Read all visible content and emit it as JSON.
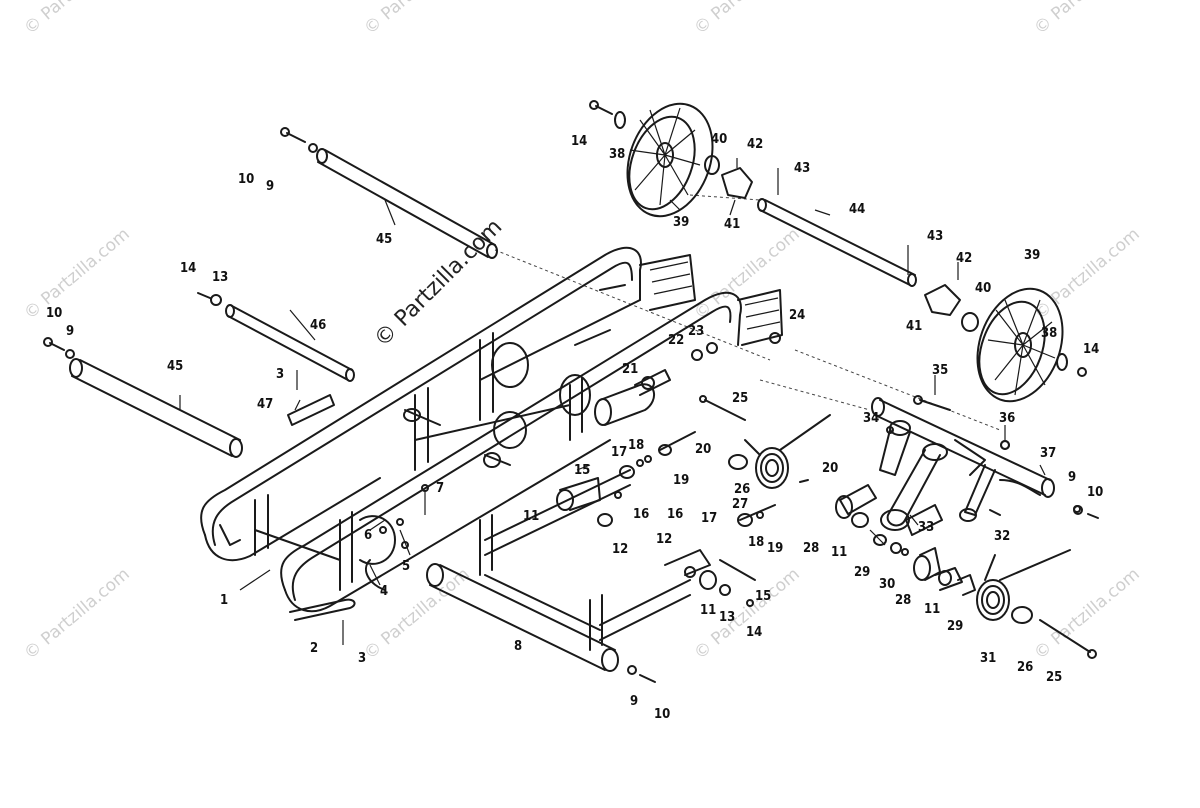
{
  "watermark": "© Partzilla.com",
  "callouts": [
    "1",
    "2",
    "3",
    "3",
    "4",
    "5",
    "6",
    "7",
    "8",
    "9",
    "9",
    "9",
    "9",
    "10",
    "10",
    "10",
    "10",
    "11",
    "11",
    "11",
    "11",
    "12",
    "12",
    "13",
    "13",
    "14",
    "14",
    "14",
    "14",
    "15",
    "15",
    "16",
    "16",
    "17",
    "17",
    "18",
    "18",
    "19",
    "19",
    "20",
    "20",
    "21",
    "22",
    "23",
    "24",
    "25",
    "25",
    "26",
    "26",
    "27",
    "28",
    "28",
    "29",
    "29",
    "30",
    "31",
    "32",
    "33",
    "34",
    "35",
    "36",
    "37",
    "38",
    "38",
    "39",
    "39",
    "40",
    "40",
    "41",
    "41",
    "42",
    "42",
    "43",
    "43",
    "44",
    "45",
    "45",
    "46",
    "47"
  ]
}
